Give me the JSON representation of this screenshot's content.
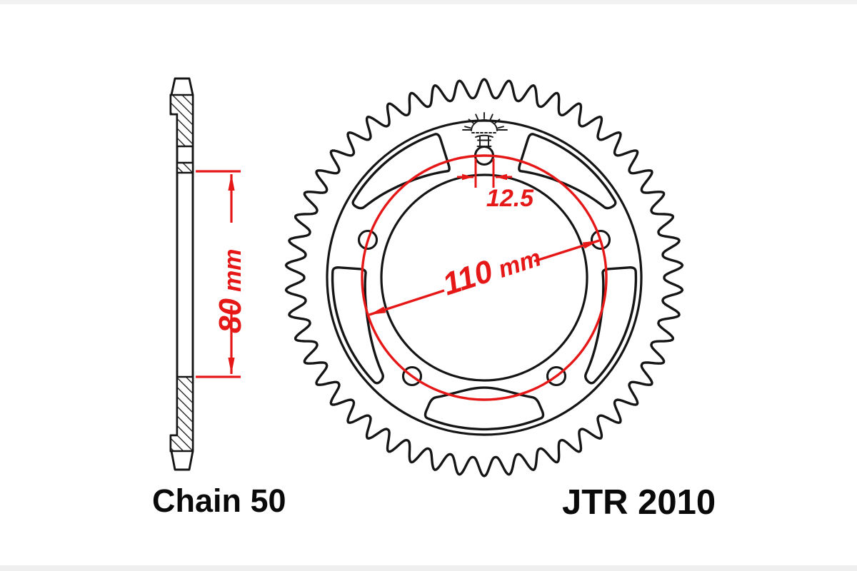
{
  "part": {
    "model": "JTR 2010",
    "chain": "Chain 50"
  },
  "dimensions": {
    "hub_height": {
      "value": "80",
      "unit": "mm"
    },
    "bolt_circle_diameter": {
      "value": "110",
      "unit": "mm"
    },
    "bolt_hole_diameter": {
      "value": "12.5"
    }
  },
  "colors": {
    "dimension_red": "#e51717",
    "line_black": "#151515",
    "background": "#ffffff"
  }
}
